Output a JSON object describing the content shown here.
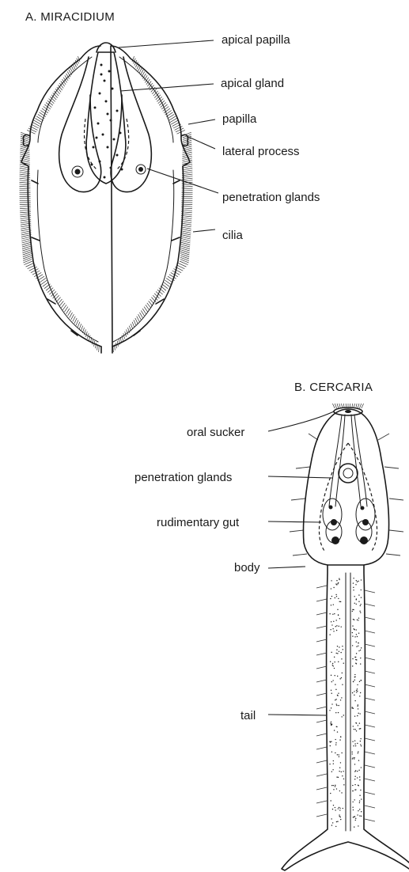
{
  "panel_a": {
    "title": "A. MIRACIDIUM",
    "labels": {
      "apical_papilla": "apical papilla",
      "apical_gland": "apical gland",
      "papilla": "papilla",
      "lateral_process": "lateral process",
      "penetration_glands": "penetration glands",
      "cilia": "cilia"
    }
  },
  "panel_b": {
    "title": "B. CERCARIA",
    "labels": {
      "oral_sucker": "oral sucker",
      "penetration_glands": "penetration glands",
      "rudimentary_gut": "rudimentary gut",
      "body": "body",
      "tail": "tail"
    }
  }
}
